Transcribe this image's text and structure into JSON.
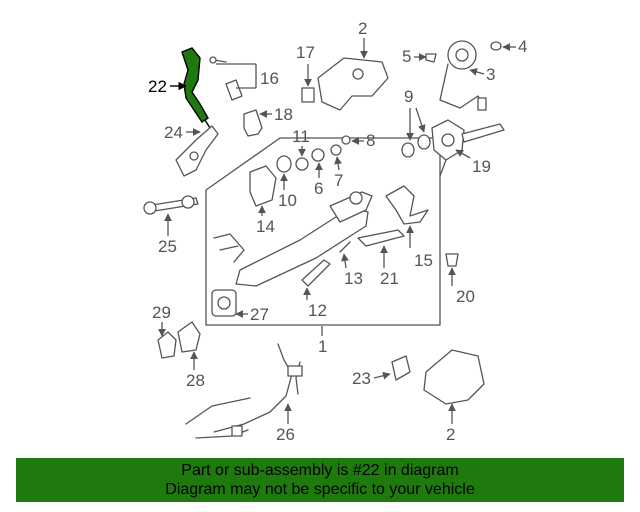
{
  "diagram": {
    "highlighted_part": "22",
    "highlight_color": "#1f7a0e",
    "callouts": [
      "1",
      "2",
      "2",
      "3",
      "4",
      "5",
      "6",
      "7",
      "8",
      "9",
      "10",
      "11",
      "12",
      "13",
      "14",
      "15",
      "16",
      "17",
      "18",
      "19",
      "20",
      "21",
      "22",
      "23",
      "24",
      "25",
      "26",
      "27",
      "28",
      "29"
    ]
  },
  "banner": {
    "line1": "Part or sub-assembly is #22 in diagram",
    "line2": "Diagram may not be specific to your vehicle",
    "background": "#1f7a0e"
  }
}
